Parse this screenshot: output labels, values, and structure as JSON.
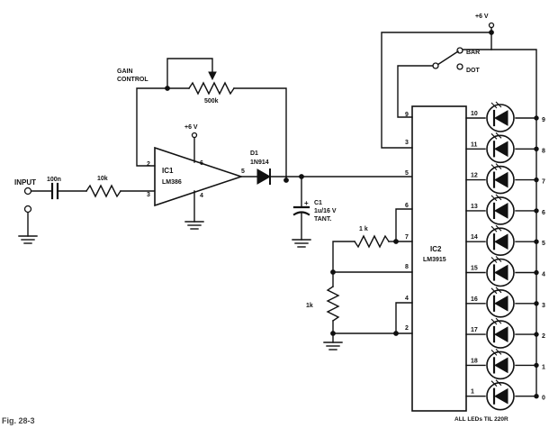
{
  "labels": {
    "input": "INPUT",
    "cap_100n": "100n",
    "res_10k": "10k",
    "gain_control_line1": "GAIN",
    "gain_control_line2": "CONTROL",
    "pot_500k": "500k",
    "supply_ic1": "+6 V",
    "supply_ic2": "+6 V",
    "ic1_name": "IC1",
    "ic1_part": "LM386",
    "d1_name": "D1",
    "d1_part": "1N914",
    "c1_name": "C1",
    "c1_value": "1u/16 V",
    "c1_type": "TANT.",
    "c1_plus": "+",
    "res_1k_top": "1 k",
    "res_1k_side": "1k",
    "ic2_name": "IC2",
    "ic2_part": "LM3915",
    "switch_bar": "BAR",
    "switch_dot": "DOT",
    "led_note": "ALL LEDs TIL 220R",
    "figure_caption": "Fig. 28-3"
  },
  "ic1_pins": {
    "in_minus": "2",
    "in_plus": "3",
    "vcc": "6",
    "gnd": "4",
    "out": "5"
  },
  "ic2_pins_left": [
    "9",
    "3",
    "5",
    "6",
    "7",
    "8",
    "4",
    "2"
  ],
  "leds": [
    {
      "pin": "10",
      "output": "9"
    },
    {
      "pin": "11",
      "output": "8"
    },
    {
      "pin": "12",
      "output": "7"
    },
    {
      "pin": "13",
      "output": "6"
    },
    {
      "pin": "14",
      "output": "5"
    },
    {
      "pin": "15",
      "output": "4"
    },
    {
      "pin": "16",
      "output": "3"
    },
    {
      "pin": "17",
      "output": "2"
    },
    {
      "pin": "18",
      "output": "1"
    },
    {
      "pin": "1",
      "output": "0"
    }
  ]
}
